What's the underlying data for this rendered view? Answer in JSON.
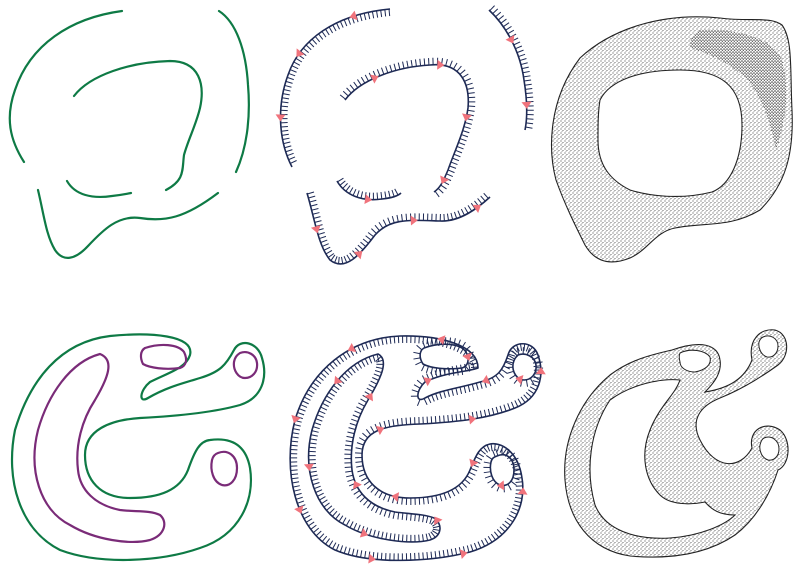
{
  "colors": {
    "background": "#ffffff",
    "outer_curve": "#0e7a45",
    "inner_curve": "#7a2b78",
    "oriented_curve": "#1e2a55",
    "orientation_arrow": "#f0737c",
    "point_cloud": "#111111"
  },
  "panels": [
    {
      "row": "top",
      "stage": "input-curves",
      "shape": "disk-with-hole"
    },
    {
      "row": "top",
      "stage": "oriented-curves-with-normals",
      "shape": "disk-with-hole"
    },
    {
      "row": "top",
      "stage": "reconstructed-surface-point-cloud",
      "shape": "disk-with-hole"
    },
    {
      "row": "bottom",
      "stage": "input-curves",
      "shape": "multi-hole-spiral"
    },
    {
      "row": "bottom",
      "stage": "oriented-curves-with-normals",
      "shape": "multi-hole-spiral"
    },
    {
      "row": "bottom",
      "stage": "reconstructed-surface-point-cloud",
      "shape": "multi-hole-spiral"
    }
  ]
}
